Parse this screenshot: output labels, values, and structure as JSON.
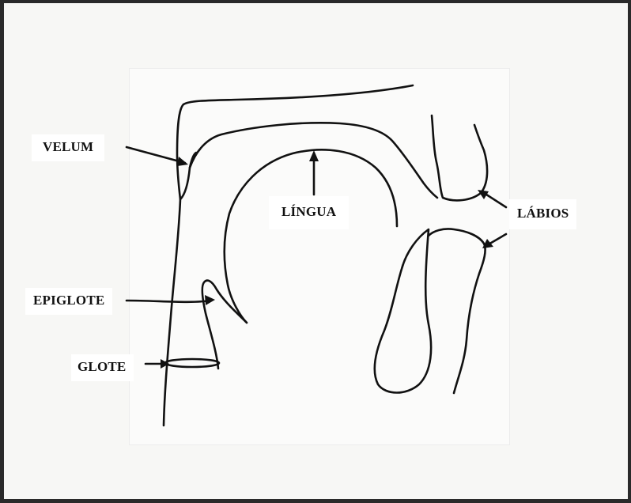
{
  "labels": {
    "velum": "VELUM",
    "lingua": "LÍNGUA",
    "labios": "LÁBIOS",
    "epiglote": "EPIGLOTE",
    "glote": "GLOTE"
  },
  "colors": {
    "ink": "#111111",
    "paper": "#f7f7f5",
    "frame": "#2a2a2a"
  }
}
